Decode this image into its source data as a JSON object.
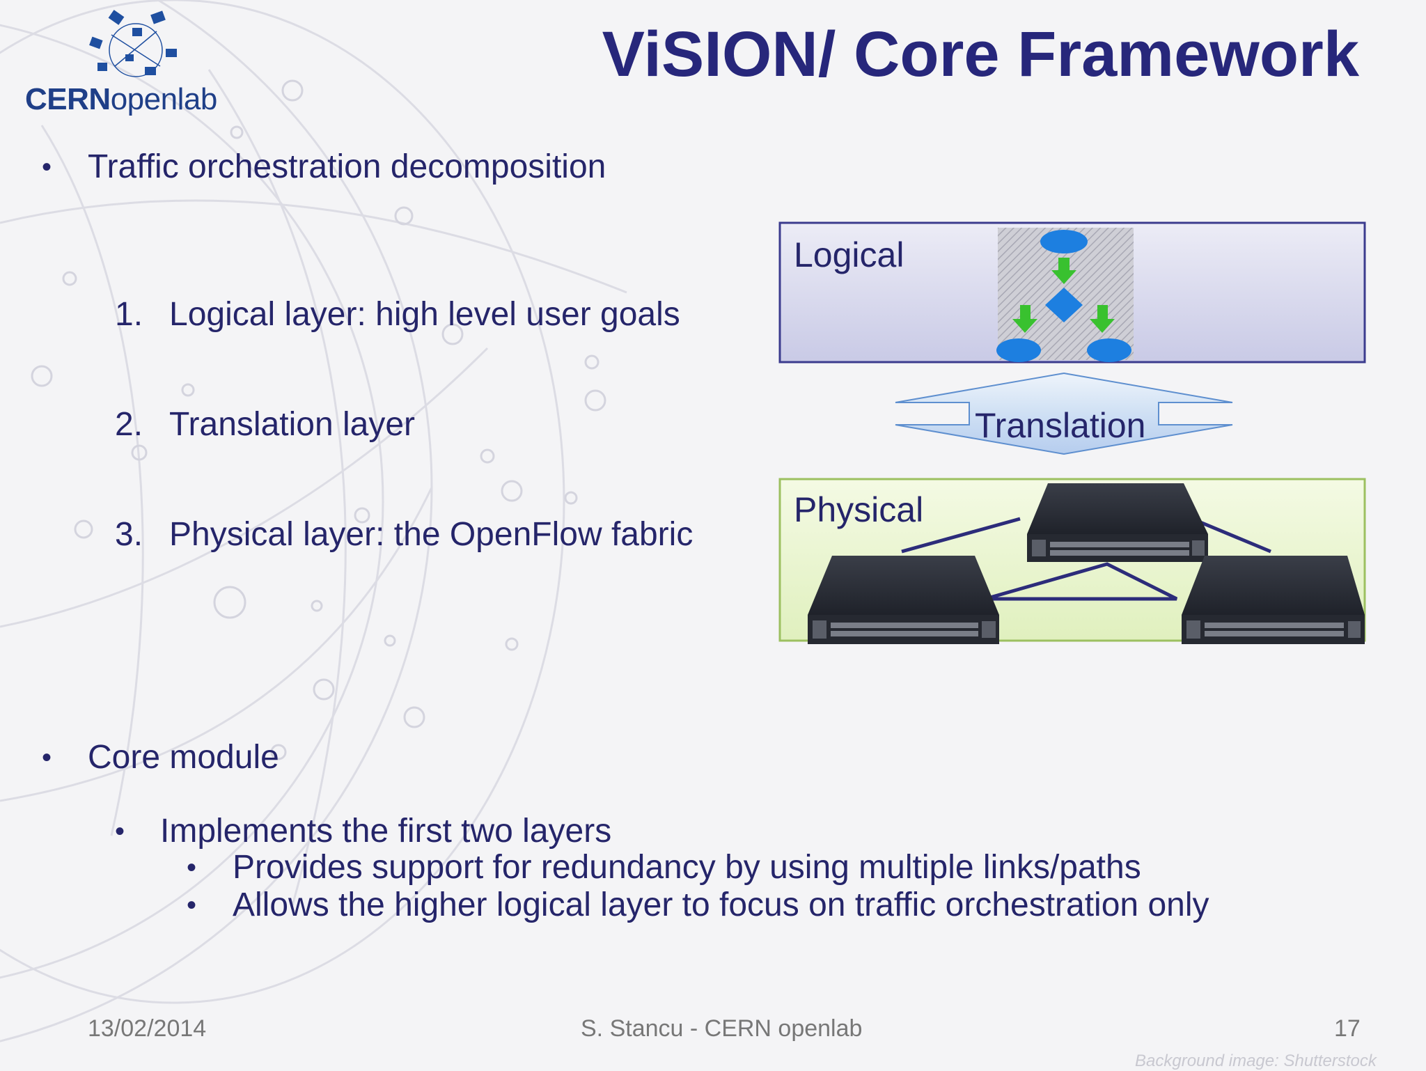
{
  "header": {
    "title": "ViSION/ Core Framework",
    "logo_text_bold": "CERN",
    "logo_text_light": "openlab"
  },
  "body": {
    "bullet1": "Traffic orchestration decomposition",
    "numbered": [
      {
        "num": "1.",
        "text": "Logical layer: high level user goals"
      },
      {
        "num": "2.",
        "text": "Translation layer"
      },
      {
        "num": "3.",
        "text": "Physical layer: the OpenFlow fabric"
      }
    ],
    "bullet2": "Core module",
    "sub_bullet": "Implements the first two layers",
    "sub_sub_bullets": [
      "Provides support for redundancy by using multiple links/paths",
      "Allows the higher logical layer to focus on traffic orchestration only"
    ]
  },
  "diagram": {
    "logical_label": "Logical",
    "translation_label": "Translation",
    "physical_label": "Physical"
  },
  "footer": {
    "date": "13/02/2014",
    "author": "S. Stancu - CERN openlab",
    "page": "17",
    "credit": "Background image: Shutterstock"
  },
  "colors": {
    "title": "#27277b",
    "text": "#25256a",
    "logical_box": "#dcdcef",
    "physical_box": "#eaf5d2",
    "arrow_fill": "#d6e4f6"
  }
}
